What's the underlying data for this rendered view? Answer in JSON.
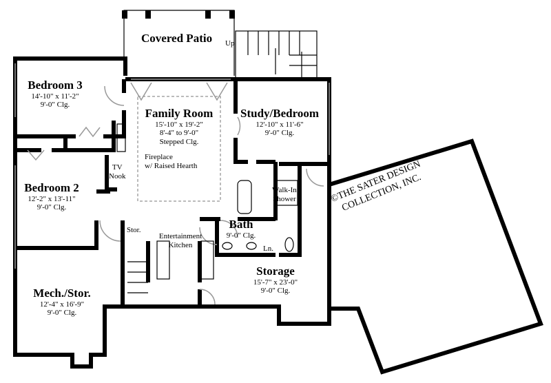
{
  "rooms": {
    "covered_patio": {
      "name": "Covered Patio",
      "stair_label": "Up"
    },
    "bedroom3": {
      "name": "Bedroom 3",
      "size": "14'-10\" x 11'-2\"",
      "ceiling": "9'-0\" Clg."
    },
    "family_room": {
      "name": "Family Room",
      "size": "15'-10\" x 19'-2\"",
      "height": "8'-4\" to 9'-0\"",
      "ceiling": "Stepped Clg."
    },
    "fireplace": {
      "line1": "Fireplace",
      "line2": "w/ Raised Hearth"
    },
    "study": {
      "name": "Study/Bedroom",
      "size": "12'-10\" x 11'-6\"",
      "ceiling": "9'-0\" Clg."
    },
    "tv_nook": {
      "line1": "TV",
      "line2": "Nook"
    },
    "bedroom2": {
      "name": "Bedroom 2",
      "size": "12'-2\" x 13'-11\"",
      "ceiling": "9'-0\" Clg."
    },
    "walk_in_shower": {
      "line1": "Walk-In",
      "line2": "Shower"
    },
    "stor": {
      "name": "Stor."
    },
    "entertainment_kitchen": {
      "line1": "Entertainment",
      "line2": "Kitchen"
    },
    "bath": {
      "name": "Bath",
      "ceiling": "9'-0\" Clg."
    },
    "linen": {
      "name": "Ln."
    },
    "storage": {
      "name": "Storage",
      "size": "15'-7\" x 23'-0\"",
      "ceiling": "9'-0\" Clg."
    },
    "mech": {
      "name": "Mech./Stor.",
      "size": "12'-4\" x 16'-9\"",
      "ceiling": "9'-0\" Clg."
    }
  },
  "copyright": {
    "line1": "©THE SATER DESIGN",
    "line2": "COLLECTION, INC."
  }
}
